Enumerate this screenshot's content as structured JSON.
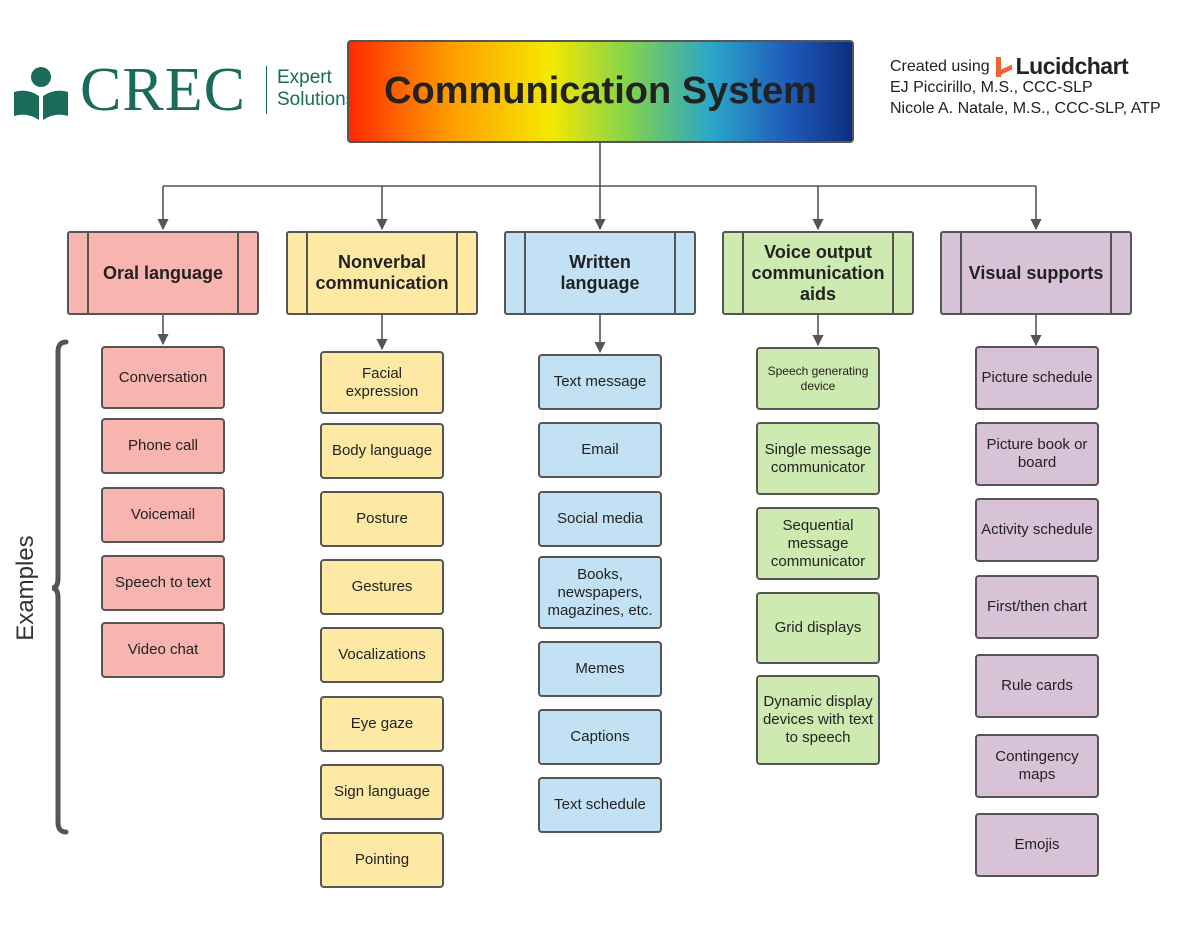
{
  "logo": {
    "name": "CREC",
    "sub_line1": "Expert",
    "sub_line2": "Solutions",
    "color": "#1a6b5a"
  },
  "title": "Communication System",
  "credits": {
    "created_using": "Created using",
    "tool": "Lucidchart",
    "author1": "EJ Piccirillo, M.S., CCC-SLP",
    "author2": "Nicole A. Natale, M.S., CCC-SLP, ATP"
  },
  "examples_label": "Examples",
  "categories": [
    {
      "label": "Oral language",
      "color": "#f8b4ae",
      "items": [
        "Conversation",
        "Phone call",
        "Voicemail",
        "Speech to text",
        "Video chat"
      ]
    },
    {
      "label": "Nonverbal communication",
      "color": "#fde8a4",
      "items": [
        "Facial expression",
        "Body language",
        "Posture",
        "Gestures",
        "Vocalizations",
        "Eye gaze",
        "Sign language",
        "Pointing"
      ]
    },
    {
      "label": "Written language",
      "color": "#c2e1f5",
      "items": [
        "Text message",
        "Email",
        "Social media",
        "Books, newspapers, magazines, etc.",
        "Memes",
        "Captions",
        "Text schedule"
      ]
    },
    {
      "label": "Voice output communication aids",
      "color": "#cdeab0",
      "items": [
        "Speech generating device",
        "Single message communicator",
        "Sequential message communicator",
        "Grid displays",
        "Dynamic display devices with text to speech"
      ]
    },
    {
      "label": "Visual supports",
      "color": "#d8c2d8",
      "items": [
        "Picture schedule",
        "Picture book or board",
        "Activity schedule",
        "First/then chart",
        "Rule cards",
        "Contingency maps",
        "Emojis"
      ]
    }
  ]
}
